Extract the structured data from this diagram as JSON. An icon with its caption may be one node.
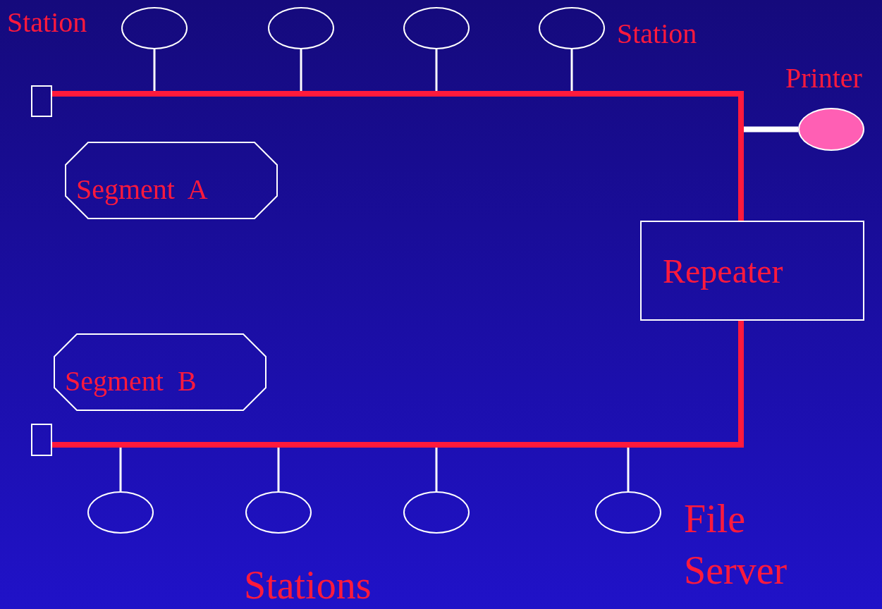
{
  "diagram": {
    "nodes": [
      {
        "text": [],
        "shape": "box"
      },
      {
        "text": [],
        "shape": "ellipse",
        "beside": [
          "Station"
        ]
      },
      {
        "text": [],
        "shape": "ellipse"
      },
      {
        "text": [],
        "shape": "ellipse"
      },
      {
        "text": [],
        "shape": "ellipse",
        "beside": [
          "Station"
        ]
      },
      {
        "text": [],
        "shape": "ellipse",
        "beside": [
          "Printer"
        ]
      },
      {
        "text": [],
        "shape": "bar"
      },
      {
        "text": [
          "Segment  A"
        ]
      },
      {
        "text": [
          "Repeater"
        ]
      },
      {
        "text": [
          "Segment  B"
        ]
      },
      {
        "text": [],
        "shape": "box"
      },
      {
        "text": [],
        "shape": "bar"
      },
      {
        "text": [],
        "shape": "ellipse"
      },
      {
        "text": [],
        "shape": "ellipse"
      },
      {
        "text": [],
        "shape": "ellipse"
      },
      {
        "text": [],
        "shape": "ellipse",
        "beside": [
          "File Server"
        ]
      }
    ],
    "edges": [
      {
        "from": 1,
        "to": 6,
        "arrow": "none"
      },
      {
        "from": 2,
        "to": 6,
        "arrow": "none"
      },
      {
        "from": 3,
        "to": 6,
        "arrow": "none"
      },
      {
        "from": 4,
        "to": 6,
        "arrow": "none"
      },
      {
        "from": 5,
        "to": 6,
        "arrow": "none",
        "style": "thick"
      },
      {
        "from": 6,
        "to": 8,
        "arrow": "none",
        "style": "thick",
        "color": "#ff1a3c"
      },
      {
        "from": 12,
        "to": 11,
        "arrow": "none"
      },
      {
        "from": 13,
        "to": 11,
        "arrow": "none"
      },
      {
        "from": 14,
        "to": 11,
        "arrow": "none"
      },
      {
        "from": 15,
        "to": 11,
        "arrow": "none"
      },
      {
        "from": 11,
        "to": 8,
        "arrow": "none",
        "style": "thick",
        "color": "#ff1a3c"
      }
    ],
    "labels": [
      "Stations"
    ]
  }
}
